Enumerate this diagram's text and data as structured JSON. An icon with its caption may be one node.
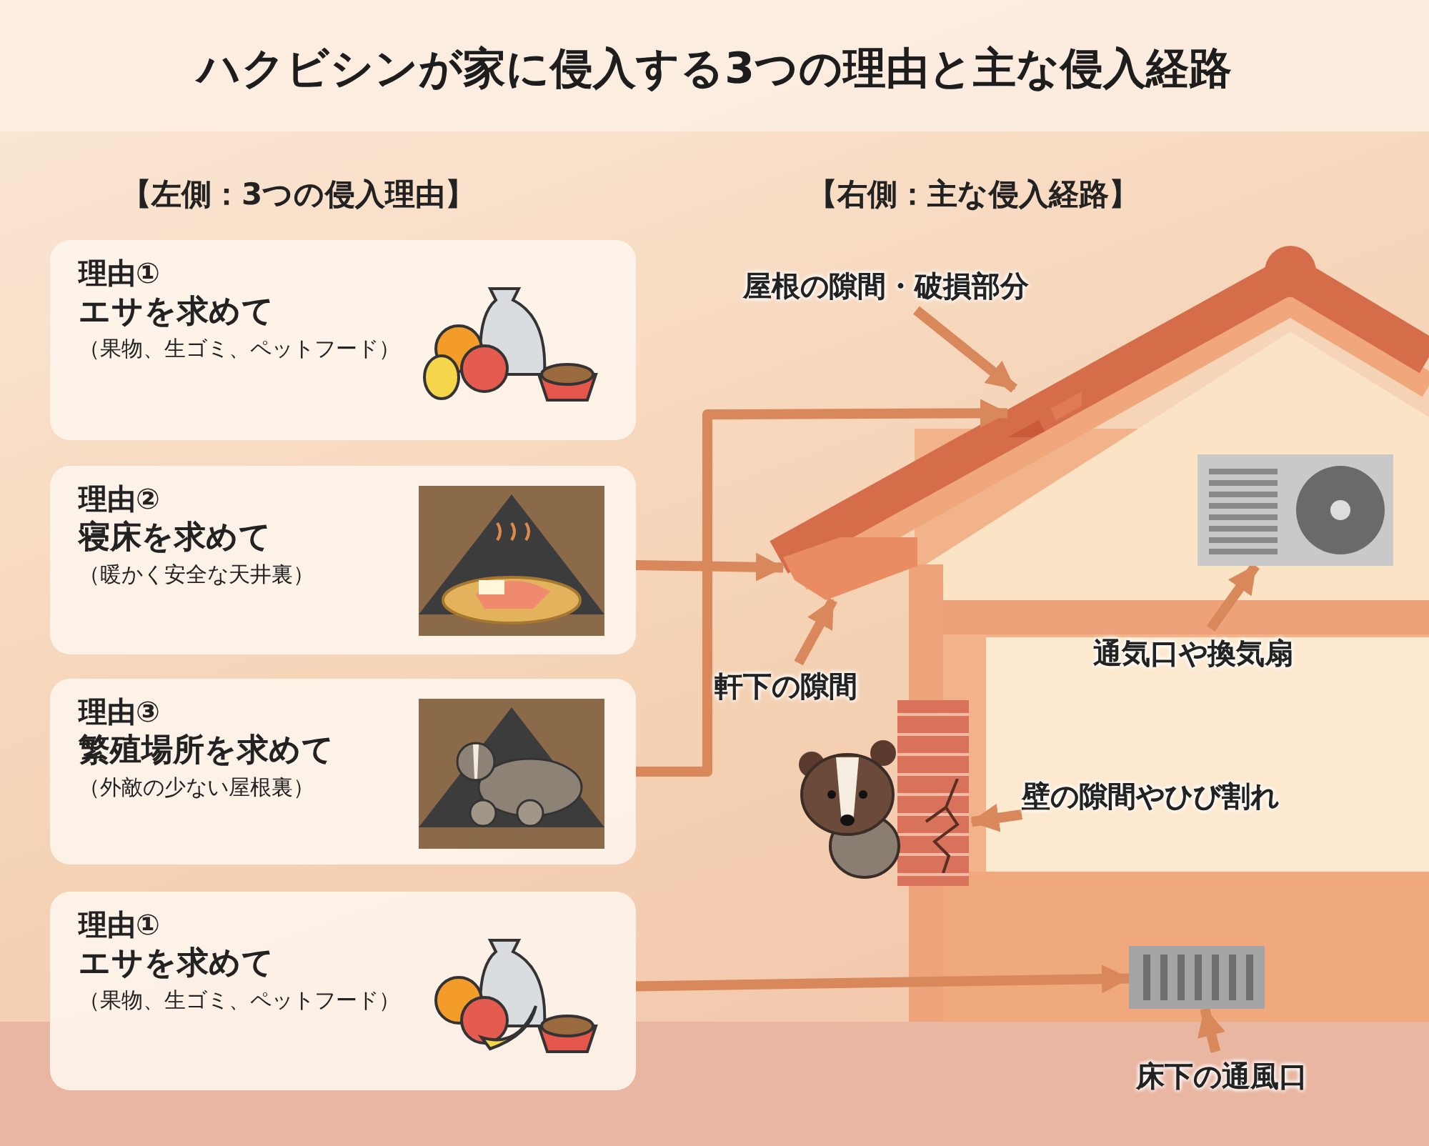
{
  "diagram": {
    "title": "ハクビシンが家に侵入する3つの理由と主な侵入経路",
    "nodes": [
      {
        "text": [
          "理由①",
          "エサを求めて",
          "（果物、生ゴミ、ペットフード）"
        ]
      },
      {
        "text": [
          "理由②",
          "寝床を求めて",
          "（暖かく安全な天井裏）"
        ]
      },
      {
        "text": [
          "理由③",
          "繁殖場所を求めて",
          "（外敵の少ない屋根裏）"
        ]
      },
      {
        "text": [
          "理由①",
          "エサを求めて",
          "（果物、生ゴミ、ペットフード）"
        ]
      },
      {
        "text": [
          "屋根の隙間・破損部分"
        ]
      },
      {
        "text": [],
        "shape": "picture"
      },
      {
        "text": [
          "軒下の隙間"
        ]
      },
      {
        "text": [],
        "shape": "picture"
      },
      {
        "text": [
          "通気口や換気扇"
        ]
      },
      {
        "text": [],
        "shape": "picture"
      },
      {
        "text": [
          "壁の隙間やひび割れ"
        ]
      },
      {
        "text": [],
        "shape": "picture"
      },
      {
        "text": [
          "床下の通風口"
        ]
      },
      {
        "text": [],
        "shape": "picture"
      }
    ],
    "edges": [
      {
        "from": 2,
        "to": 5,
        "arrow": "to"
      },
      {
        "from": 1,
        "to": 7,
        "arrow": "to"
      },
      {
        "from": 3,
        "to": 13,
        "arrow": "to"
      },
      {
        "from": 4,
        "to": 5,
        "arrow": "to"
      },
      {
        "from": 6,
        "to": 7,
        "arrow": "to"
      },
      {
        "from": 8,
        "to": 9,
        "arrow": "to"
      },
      {
        "from": 10,
        "to": 11,
        "arrow": "to"
      },
      {
        "from": 12,
        "to": 13,
        "arrow": "to"
      }
    ],
    "labels": [
      "【左側：3つの侵入理由】",
      "【右側：主な侵入経路】"
    ]
  }
}
